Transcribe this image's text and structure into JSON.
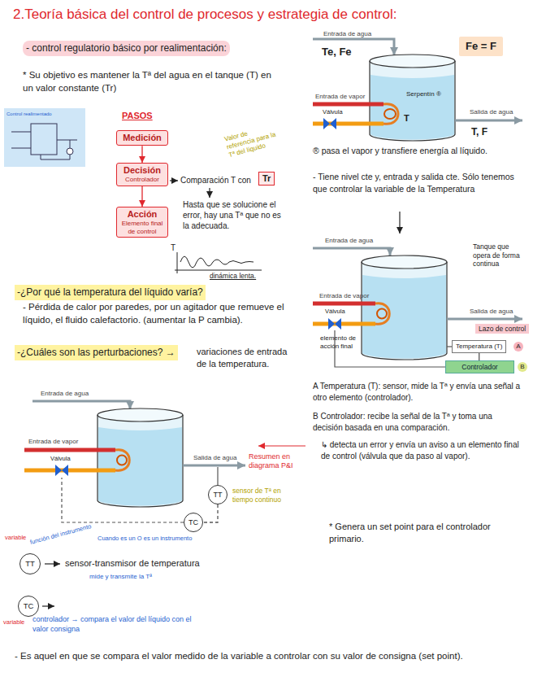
{
  "diagram": {
    "title": "2.Teoría básica del control de procesos y estrategia de control:",
    "nodes": [
      {
        "text": [
          "Medición"
        ]
      },
      {
        "text": [
          "Decisión",
          "Controlador"
        ]
      },
      {
        "text": [
          "Acción",
          "Elemento final de control"
        ]
      },
      {
        "text": [
          "Tr"
        ]
      },
      {
        "text": [
          "Fe = F"
        ]
      },
      {
        "text": [
          "Lazo de control"
        ]
      },
      {
        "text": [
          "Temperatura (T)"
        ]
      },
      {
        "text": [
          "Controlador"
        ]
      },
      {
        "text": [
          "TT"
        ]
      },
      {
        "text": [
          "TC"
        ]
      },
      {
        "text": [
          "TT"
        ]
      },
      {
        "text": [
          "TC"
        ]
      }
    ],
    "edges": [
      {
        "from": 0,
        "to": 1,
        "arrow": "to"
      },
      {
        "from": 1,
        "to": 2,
        "arrow": "to"
      },
      {
        "from": 6,
        "to": 7,
        "arrow": "none"
      },
      {
        "from": 8,
        "to": 9,
        "arrow": "none"
      }
    ],
    "labels": [
      "- control regulatorio básico por realimentación:",
      "* Su objetivo es mantener la Tª del agua en el tanque (T) en un valor constante (Tr)",
      "Control realimentado",
      "PASOS",
      "Comparación T con",
      "Valor de referencia para la Tª del líquido",
      "Hasta que se solucione el error, hay una Tª que no es la adecuada.",
      "T",
      "dinámica lenta.",
      "-¿Por qué la temperatura del líquido varía?",
      "- Pérdida de calor por paredes, por un agitador que remueve el líquido, el fluido calefactorio. (aumentar la P cambia).",
      "-¿Cuáles son las perturbaciones? →",
      "variaciones de entrada de la temperatura.",
      "Entrada de agua",
      "Te, Fe",
      "Entrada de vapor",
      "Válvula",
      "Serpentín ®",
      "T",
      "Salida de agua",
      "T, F",
      "® pasa el vapor y transfiere energía al líquido.",
      "- Tiene nivel cte y, entrada y salida cte. Sólo tenemos que controlar la variable de la Temperatura",
      "Entrada de agua",
      "Tanque que opera de forma continua",
      "Entrada de vapor",
      "Válvula",
      "elemento de acción final",
      "Salida de agua",
      "A",
      "B",
      "A Temperatura (T): sensor, mide la Tª y envía una señal a otro elemento (controlador).",
      "B Controlador: recibe la señal de la Tª y toma una decisión basada en una comparación.",
      "↳ detecta un error y envía un aviso a un elemento final de control (válvula que da paso al vapor).",
      "Resumen en diagrama P&I",
      "* Genera un set point para el controlador primario.",
      "Entrada de agua",
      "Entrada de vapor",
      "Válvula",
      "Salida de agua",
      "sensor de Tª en tiempo continuo",
      "variable",
      "función del instrumento",
      "Cuando es un O es un instrumento",
      "sensor-transmisor de temperatura",
      "mide y transmite la Tª",
      "variable",
      "controlador → compara el valor del líquido con el valor consigna",
      "- Es aquel en que se compara el valor medido de la variable a controlar con su valor de consigna (set point)."
    ]
  }
}
